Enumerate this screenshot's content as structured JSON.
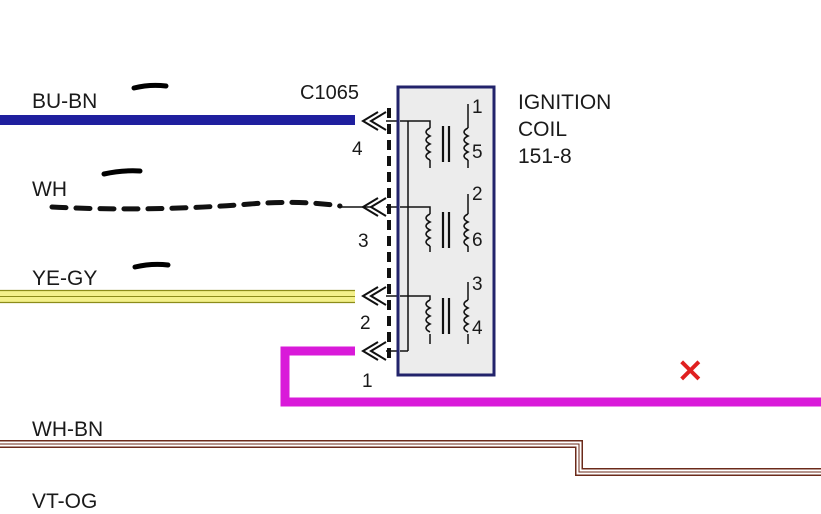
{
  "wires": [
    {
      "id": "bu-bn",
      "label": "BU-BN",
      "pin": "4"
    },
    {
      "id": "wh",
      "label": "WH",
      "pin": "3"
    },
    {
      "id": "ye-gy",
      "label": "YE-GY",
      "pin": "2"
    },
    {
      "id": "vt",
      "label": "",
      "pin": "1"
    },
    {
      "id": "wh-bn",
      "label": "WH-BN"
    },
    {
      "id": "vt-og",
      "label": "VT-OG"
    }
  ],
  "connector": {
    "label": "C1065"
  },
  "component": {
    "name_line1": "IGNITION",
    "name_line2": "COIL",
    "part_number": "151-8"
  },
  "coil_pins": [
    {
      "primary": "1",
      "secondary": "5"
    },
    {
      "primary": "2",
      "secondary": "6"
    },
    {
      "primary": "3",
      "secondary": "4"
    }
  ],
  "annotations": {
    "marker": "×"
  },
  "colors": {
    "bu_bn": "#1f1f9e",
    "wh": "#111111",
    "ye_gy_fill": "#f3f08a",
    "ye_gy_edge": "#8c8c1a",
    "vt": "#d91ad9",
    "wh_bn_edge": "#6b2a1a",
    "coil_fill": "#ececec",
    "coil_border": "#22236b",
    "marker": "#e02020"
  }
}
